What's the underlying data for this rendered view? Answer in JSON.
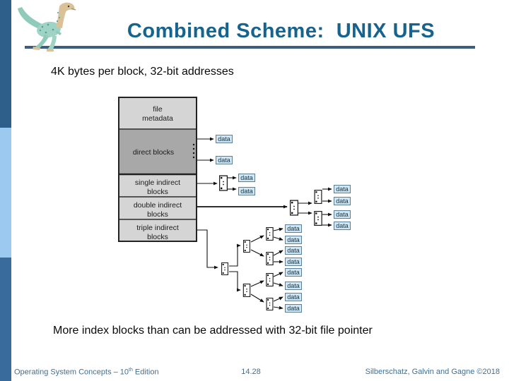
{
  "slide": {
    "title": "Combined Scheme:  UNIX UFS",
    "subtitle": "4K bytes per block, 32-bit addresses",
    "note": "More index blocks than can be addressed with 32-bit file pointer"
  },
  "icons": {
    "logo": "dinosaur-mascot-logo"
  },
  "colors": {
    "title_text": "#16638e",
    "title_rule": "#3d5d7e",
    "sidebar_top": "#2e5f8a",
    "sidebar_middle": "#9cc9f0",
    "sidebar_bottom": "#3a6b9d",
    "footer_text": "#3e7095",
    "inode_section_light": "#d5d5d5",
    "inode_section_dark": "#a8a8a8",
    "data_block_fill": "#cfe6f4",
    "data_block_border": "#5d7f96"
  },
  "diagram": {
    "inode_sections": [
      {
        "lines": [
          "file",
          "metadata"
        ]
      },
      {
        "lines": [
          "direct blocks"
        ]
      },
      {
        "lines": [
          "single indirect",
          "blocks"
        ]
      },
      {
        "lines": [
          "double indirect",
          "blocks"
        ]
      },
      {
        "lines": [
          "triple indirect",
          "blocks"
        ]
      }
    ],
    "data_label": "data"
  },
  "footer": {
    "left_text": "Operating System Concepts – 10",
    "left_superscript": "th",
    "left_suffix": " Edition",
    "page_number": "14.28",
    "right_text": "Silberschatz, Galvin and Gagne ©2018"
  }
}
